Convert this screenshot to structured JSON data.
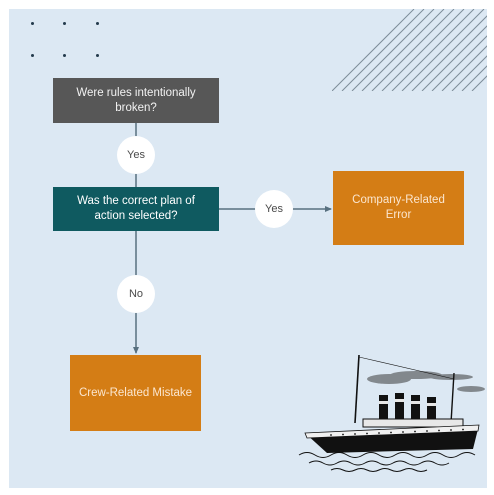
{
  "nodes": {
    "q1": "Were rules intentionally broken?",
    "q2": "Was the correct plan of action selected?",
    "company_error": "Company-Related Error",
    "crew_mistake": "Crew-Related Mistake"
  },
  "edges": {
    "yes_top": "Yes",
    "yes_right": "Yes",
    "no": "No"
  },
  "colors": {
    "background": "#dce8f3",
    "question_dark": "#575757",
    "question_teal": "#0f5a60",
    "outcome": "#d47d15",
    "connector": "#58707f"
  },
  "decorations": [
    "dot-grid",
    "diagonal-hatch",
    "steamship-illustration"
  ]
}
